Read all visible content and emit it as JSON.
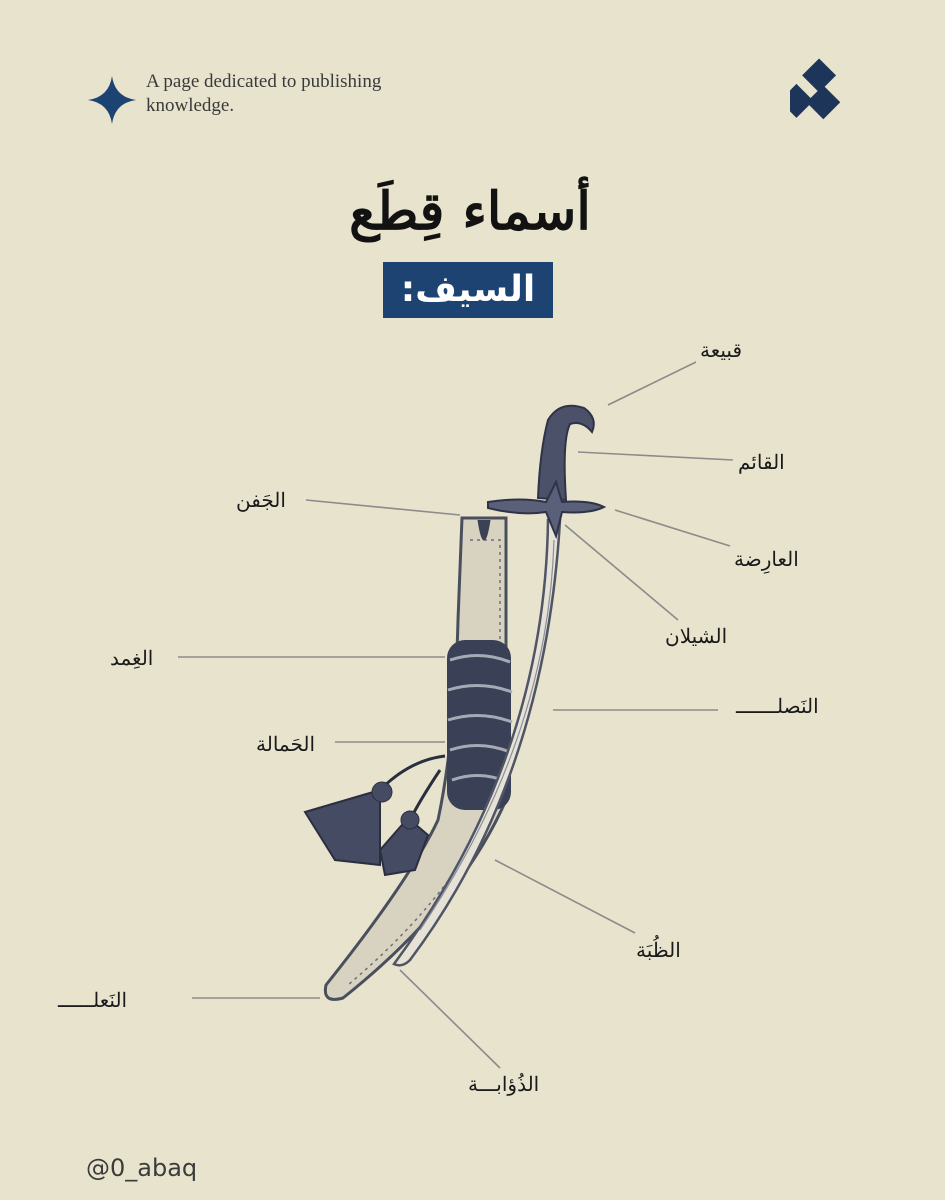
{
  "tagline": "A page dedicated to publishing knowledge.",
  "title": "أسماء قِطَع",
  "subtitle": "السيف:",
  "labels": {
    "qabia": "قبيعة",
    "qaim": "القائم",
    "arida": "العارِضة",
    "shilan": "الشيلان",
    "nasl": "النَصلـــــــ",
    "jafn": "الجَفن",
    "ghimd": "الغِمد",
    "hamala": "الحَمالة",
    "zuba": "الظُبَة",
    "nal": "النَعلــــــ",
    "dhuaba": "الذُؤابـــة"
  },
  "handle": "@0_abaq",
  "colors": {
    "background": "#e8e3cd",
    "accent": "#1d4372",
    "ink": "#1a1a1a"
  },
  "icons": {
    "tagline": "four-point-star-icon",
    "logo": "stacked-diamonds-icon"
  }
}
